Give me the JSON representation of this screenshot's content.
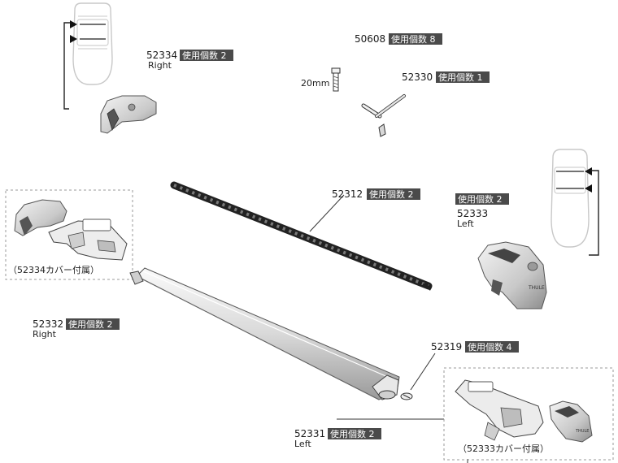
{
  "parts": {
    "p52334": {
      "number": "52334",
      "qty": "使用個数 2",
      "side": "Right"
    },
    "p50608": {
      "number": "50608",
      "qty": "使用個数 8",
      "dim": "20mm"
    },
    "p52330": {
      "number": "52330",
      "qty": "使用個数 1"
    },
    "p52312": {
      "number": "52312",
      "qty": "使用個数 2"
    },
    "p52333": {
      "number": "52333",
      "qty": "使用個数 2",
      "side": "Left"
    },
    "p52332": {
      "number": "52332",
      "qty": "使用個数 2",
      "side": "Right"
    },
    "p52319": {
      "number": "52319",
      "qty": "使用個数 4"
    },
    "p52331": {
      "number": "52331",
      "qty": "使用個数 2",
      "side": "Left"
    }
  },
  "notes": {
    "right_cover": "（52334カバー付属）",
    "left_cover": "（52333カバー付属）"
  },
  "colors": {
    "qty_badge": "#4a4a4a",
    "line": "#333333"
  }
}
